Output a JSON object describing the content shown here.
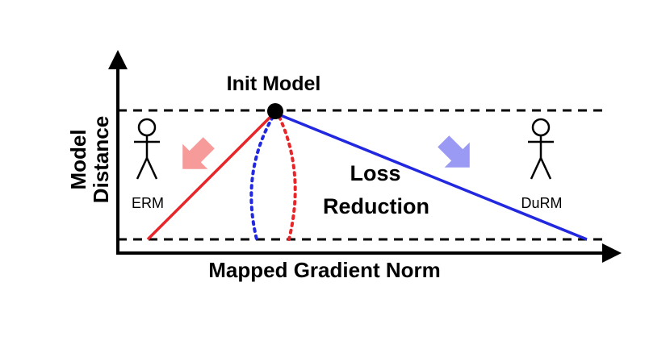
{
  "labels": {
    "init_model": "Init Model",
    "y_axis_line1": "Model",
    "y_axis_line2": "Distance",
    "x_axis": "Mapped Gradient Norm",
    "loss_line1": "Loss",
    "loss_line2": "Reduction",
    "erm": "ERM",
    "durm": "DuRM"
  },
  "colors": {
    "erm_line": "#e8262a",
    "durm_line": "#2128e0",
    "erm_arrow": "#f79a9a",
    "durm_arrow": "#9a9af4",
    "axis": "#000000"
  },
  "icons": [
    "stick-figure-icon",
    "arrow-icon"
  ]
}
